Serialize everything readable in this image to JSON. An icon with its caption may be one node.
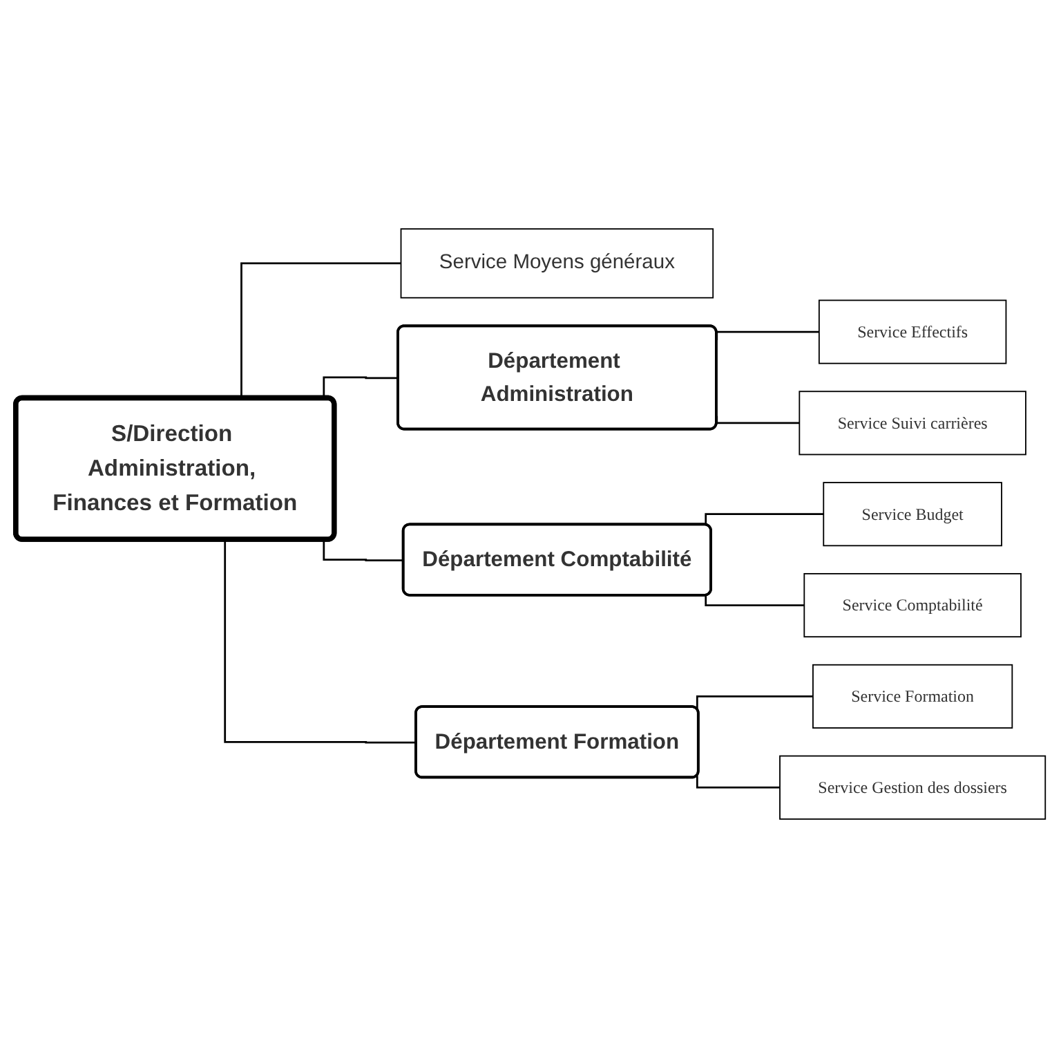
{
  "diagram": {
    "nodes": [
      {
        "text": [
          "S/Direction Administration, Finances et Formation"
        ]
      },
      {
        "text": [
          "Service Moyens généraux"
        ]
      },
      {
        "text": [
          "Département Administration"
        ]
      },
      {
        "text": [
          "Service Effectifs"
        ]
      },
      {
        "text": [
          "Service Suivi carrières"
        ]
      },
      {
        "text": [
          "Département Comptabilité"
        ]
      },
      {
        "text": [
          "Service Budget"
        ]
      },
      {
        "text": [
          "Service Comptabilité"
        ]
      },
      {
        "text": [
          "Département Formation"
        ]
      },
      {
        "text": [
          "Service Formation"
        ]
      },
      {
        "text": [
          "Service Gestion des dossiers"
        ]
      }
    ],
    "edges": [
      {
        "from": 0,
        "to": 1,
        "arrow": "none"
      },
      {
        "from": 0,
        "to": 2,
        "arrow": "none"
      },
      {
        "from": 0,
        "to": 5,
        "arrow": "none"
      },
      {
        "from": 0,
        "to": 8,
        "arrow": "none"
      },
      {
        "from": 2,
        "to": 3,
        "arrow": "none"
      },
      {
        "from": 2,
        "to": 4,
        "arrow": "none"
      },
      {
        "from": 5,
        "to": 6,
        "arrow": "none"
      },
      {
        "from": 5,
        "to": 7,
        "arrow": "none"
      },
      {
        "from": 8,
        "to": 9,
        "arrow": "none"
      },
      {
        "from": 8,
        "to": 10,
        "arrow": "none"
      }
    ]
  }
}
